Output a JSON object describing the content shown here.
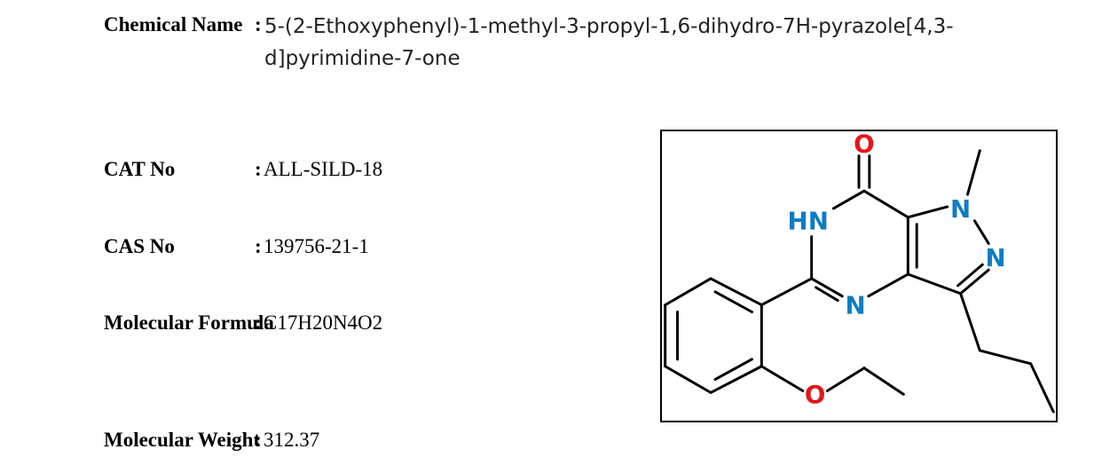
{
  "fields": {
    "chemical_name": {
      "label": "Chemical Name",
      "value": "5-(2-Ethoxyphenyl)-1-methyl-3-propyl-1,6-dihydro-7H-pyrazole[4,3-d]pyrimidine-7-one"
    },
    "cat_no": {
      "label": "CAT No",
      "value": "ALL-SILD-18"
    },
    "cas_no": {
      "label": "CAS No",
      "value": "139756-21-1"
    },
    "molecular_formula": {
      "label": "Molecular Formula",
      "value": "C17H20N4O2"
    },
    "molecular_weight": {
      "label": "Molecular Weight",
      "value": "312.37"
    }
  },
  "separator": ":",
  "structure": {
    "atoms": {
      "carbonyl_o": "O",
      "hn": "HN",
      "n1": "N",
      "n2": "N",
      "n_ring": "N",
      "ether_o": "O"
    },
    "colors": {
      "oxygen": "#e8131a",
      "nitrogen": "#0f7cc4",
      "bond": "#000000"
    }
  }
}
